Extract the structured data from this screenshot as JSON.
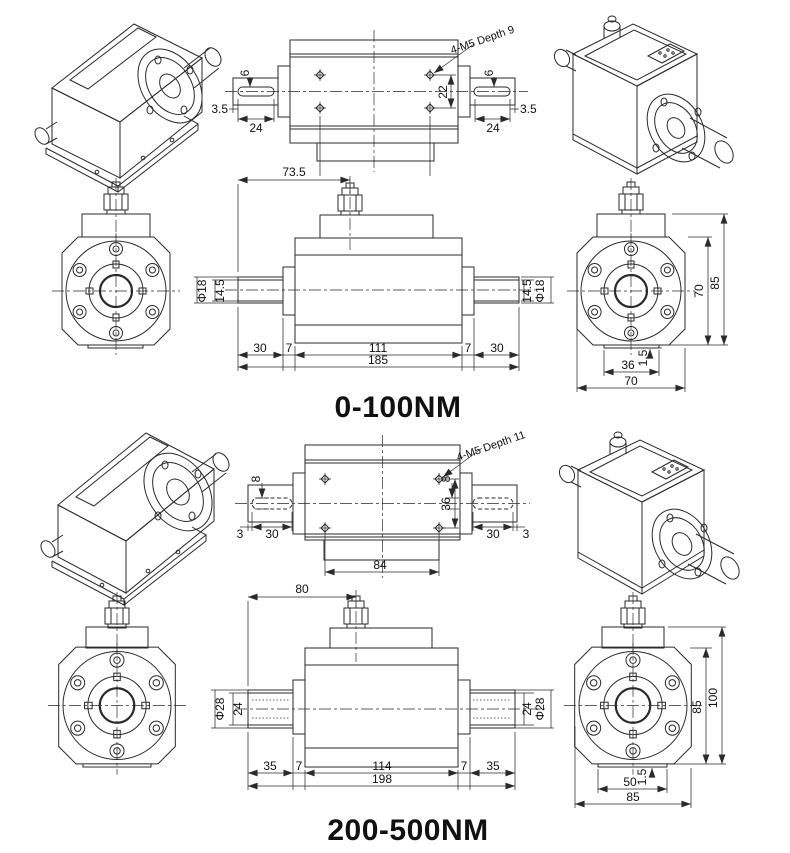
{
  "unit1": {
    "title": "0-100NM",
    "top": {
      "note": "4-M5 Depth 9",
      "keyway_width": "6",
      "keyway_length": "24",
      "keyway_offset": "3.5",
      "hole_spacing_v": "22",
      "hole_spacing_h": "73.5"
    },
    "side": {
      "shaft_dia": "Φ18",
      "shaft_flat": "14.5",
      "shaft_len": "30",
      "step": "7",
      "body_len": "111",
      "total_len": "185"
    },
    "front": {
      "flange_h": "70",
      "total_h": "85",
      "foot_w": "36",
      "foot_step": "1.5",
      "total_w": "70"
    }
  },
  "unit2": {
    "title": "200-500NM",
    "top": {
      "note": "4-M5 Depth 11",
      "keyway_width": "8",
      "keyway_length": "30",
      "keyway_offset": "3",
      "hole_spacing_v": "36",
      "hole_spacing_h": "84",
      "connector_offset": "80"
    },
    "side": {
      "shaft_dia": "Φ28",
      "shaft_flat": "24",
      "shaft_len": "35",
      "step": "7",
      "body_len": "114",
      "total_len": "198"
    },
    "front": {
      "flange_h": "85",
      "total_h": "100",
      "foot_w": "50",
      "foot_step": "1.5",
      "total_w": "85"
    }
  }
}
